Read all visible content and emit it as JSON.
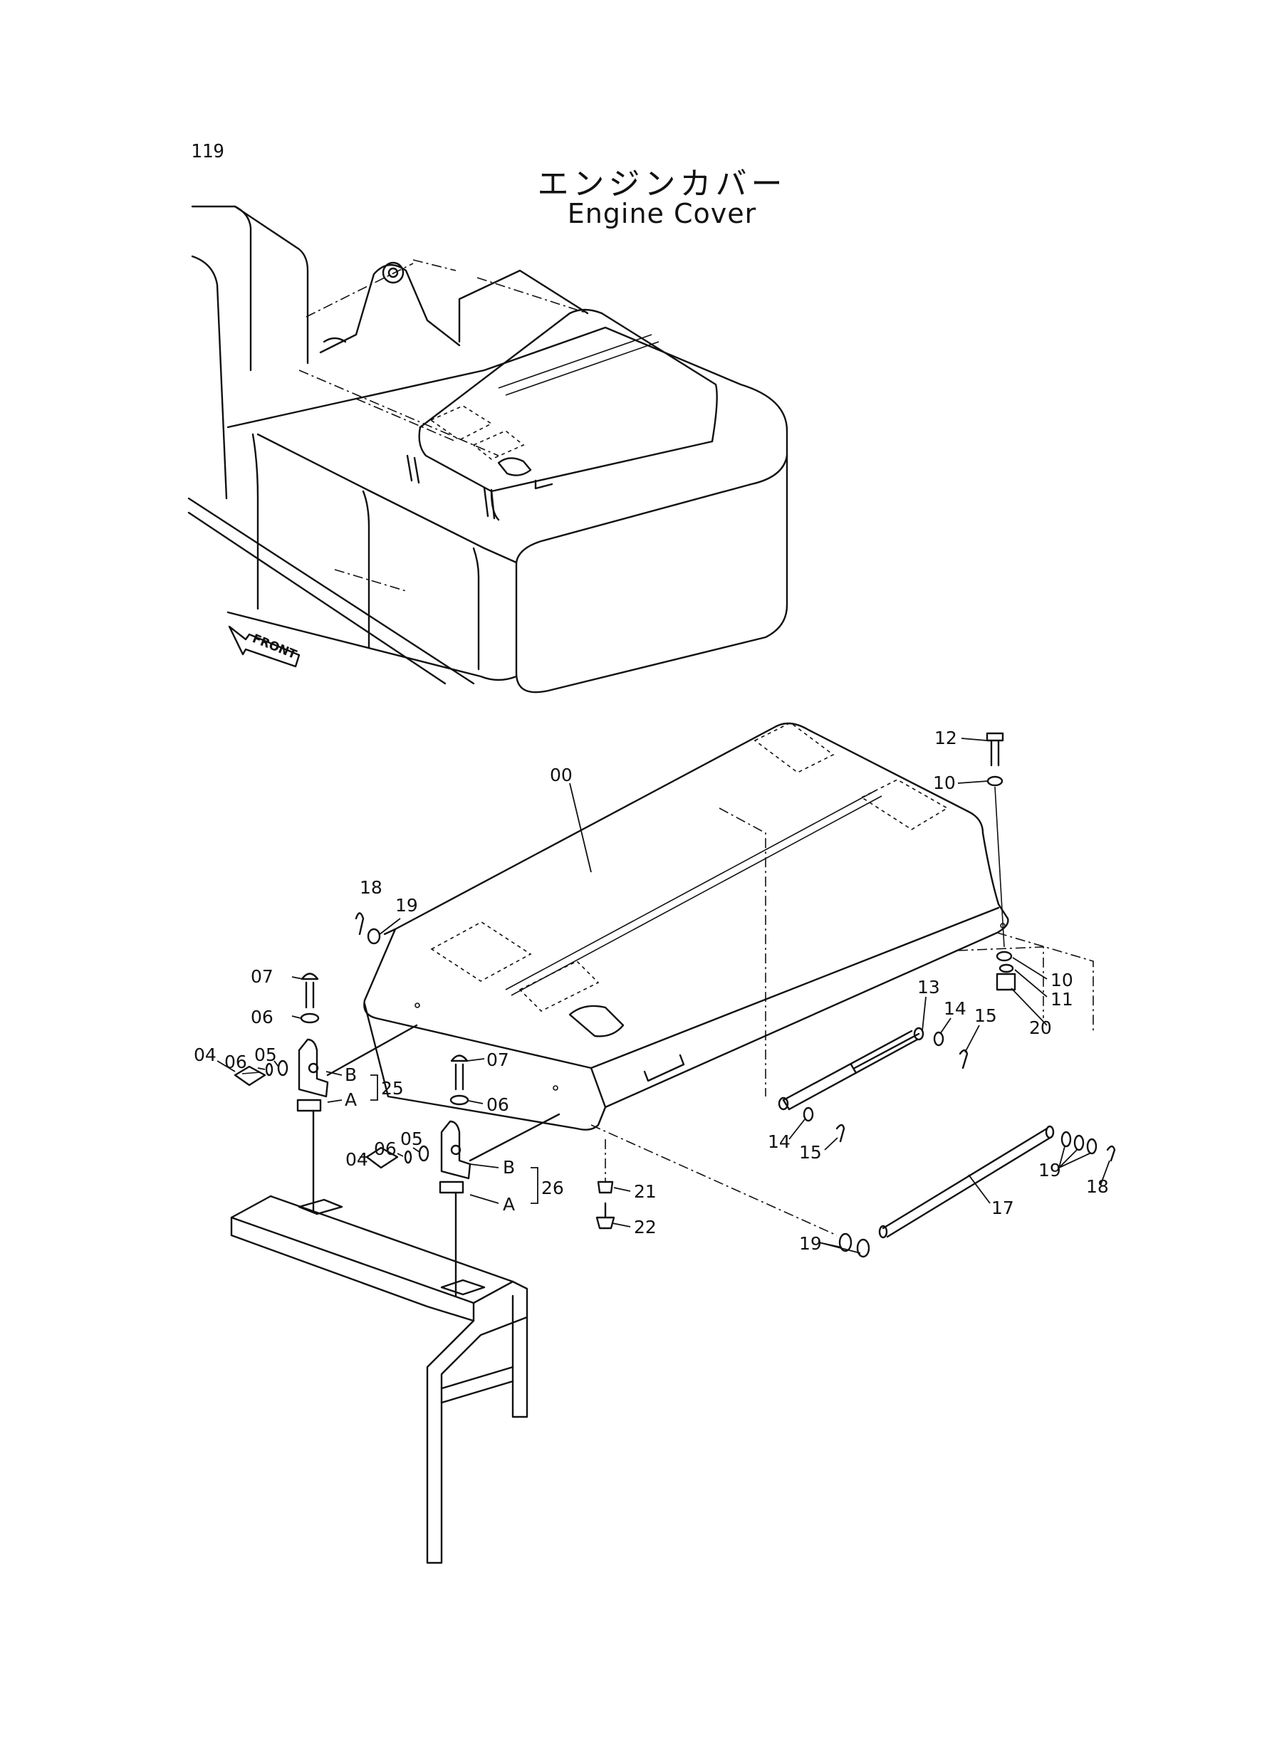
{
  "page_number": "119",
  "title_ja": "エンジンカバー",
  "title_en": "Engine Cover",
  "direction_label": "FRONT",
  "callouts": {
    "c00": "00",
    "c12": "12",
    "c10a": "10",
    "c18a": "18",
    "c19a": "19",
    "c07a": "07",
    "c06a": "06",
    "c05a": "05",
    "c06b": "06",
    "c04a": "04",
    "cBa": "B",
    "cAa": "A",
    "c25": "25",
    "c07b": "07",
    "c06c": "06",
    "c05b": "05",
    "c06d": "06",
    "c04b": "04",
    "cBb": "B",
    "cAb": "A",
    "c26": "26",
    "c21": "21",
    "c22": "22",
    "c13": "13",
    "c14a": "14",
    "c15a": "15",
    "c10b": "10",
    "c11": "11",
    "c20": "20",
    "c14b": "14",
    "c15b": "15",
    "c19b": "19",
    "c17": "17",
    "c19c": "19",
    "c18b": "18"
  }
}
